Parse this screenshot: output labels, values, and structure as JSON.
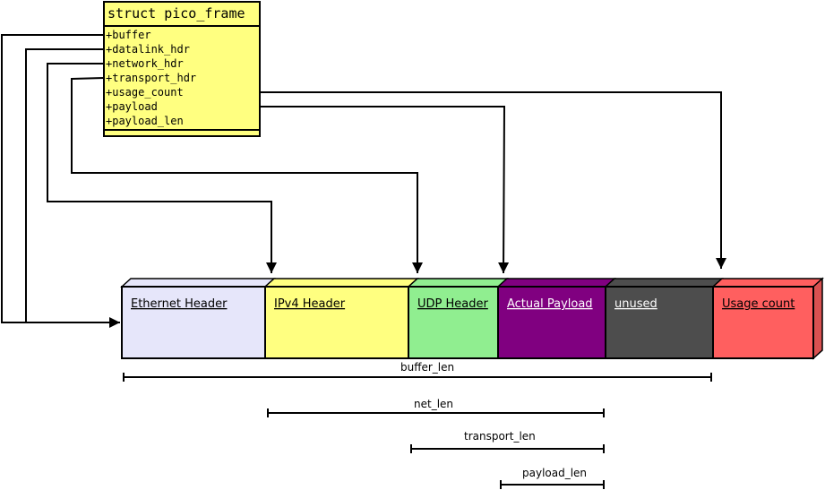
{
  "struct": {
    "title": "struct pico_frame",
    "fields": [
      "+buffer",
      "+datalink_hdr",
      "+network_hdr",
      "+transport_hdr",
      "+usage_count",
      "+payload",
      "+payload_len"
    ],
    "fill_color": "#ffff80"
  },
  "blocks": [
    {
      "label": "Ethernet Header",
      "color": "#e6e6fa",
      "text_color": "#000000"
    },
    {
      "label": "IPv4 Header",
      "color": "#ffff80",
      "text_color": "#000000"
    },
    {
      "label": "UDP Header",
      "color": "#90ee90",
      "text_color": "#000000"
    },
    {
      "label": "Actual Payload",
      "color": "#800080",
      "text_color": "#ffffff"
    },
    {
      "label": "unused",
      "color": "#4d4d4d",
      "text_color": "#ffffff"
    },
    {
      "label": "Usage count",
      "color": "#ff5f5f",
      "text_color": "#000000"
    }
  ],
  "dimensions": [
    {
      "label": "buffer_len"
    },
    {
      "label": "net_len"
    },
    {
      "label": "transport_len"
    },
    {
      "label": "payload_len"
    }
  ]
}
